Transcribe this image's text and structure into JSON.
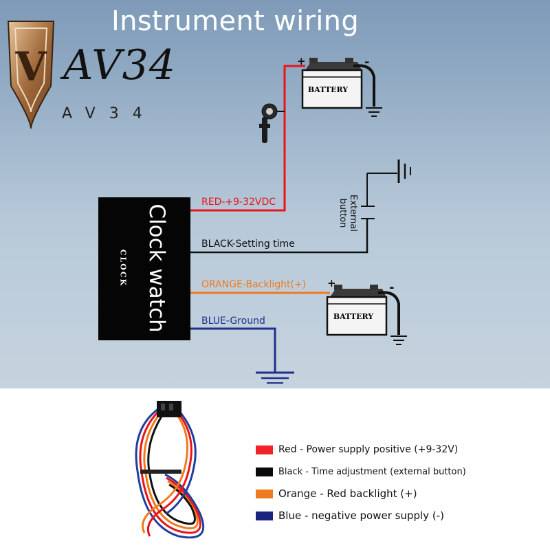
{
  "title": "Instrument wiring",
  "logo": {
    "script_text": "AV34",
    "spaced_text": "AV34",
    "shield_letter": "V"
  },
  "clock": {
    "vertical_label": "Clock watch",
    "small_label": "CLOCK"
  },
  "wires": [
    {
      "label": "RED-+9-32VDC",
      "color": "#e8141a"
    },
    {
      "label": "BLACK-Setting time",
      "color": "#111111"
    },
    {
      "label": "ORANGE-Backlight(+)",
      "color": "#f07a1c"
    },
    {
      "label": "BLUE-Ground",
      "color": "#1f2f8a"
    }
  ],
  "batteries": [
    {
      "label": "BATTERY"
    },
    {
      "label": "BATTERY"
    }
  ],
  "terminals": {
    "plus": "+",
    "minus": "-"
  },
  "external_button": {
    "line1": "External",
    "line2": "button"
  },
  "legend": [
    {
      "label": "Red - Power supply positive (+9-32V)",
      "color": "#f02428"
    },
    {
      "label": "Black - Time adjustment (external button)",
      "color": "#0a0a0a"
    },
    {
      "label": "Orange - Red backlight (+)",
      "color": "#f07a22"
    },
    {
      "label": "Blue - negative power supply (-)",
      "color": "#1a237e"
    }
  ]
}
